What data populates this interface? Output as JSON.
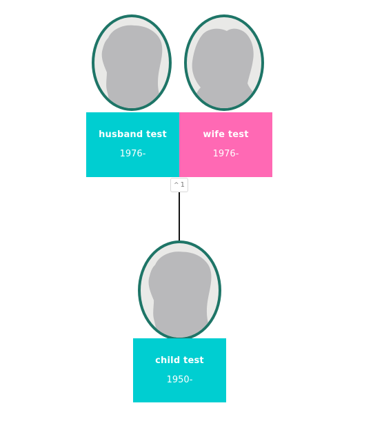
{
  "colors": {
    "male": "#00ced1",
    "female": "#ff69b4",
    "avatar_border": "#1e7567",
    "avatar_bg": "#e9e9e7",
    "silhouette": "#b9b9bb",
    "connector": "#111111"
  },
  "people": {
    "husband": {
      "name": "husband test",
      "dates": "1976-",
      "gender": "male",
      "avatar_icon": "male-silhouette-icon"
    },
    "wife": {
      "name": "wife test",
      "dates": "1976-",
      "gender": "female",
      "avatar_icon": "female-silhouette-icon"
    },
    "child": {
      "name": "child test",
      "dates": "1950-",
      "gender": "male",
      "avatar_icon": "male-silhouette-icon"
    }
  },
  "toggle": {
    "icon": "chevron-up-icon",
    "count": "1"
  }
}
